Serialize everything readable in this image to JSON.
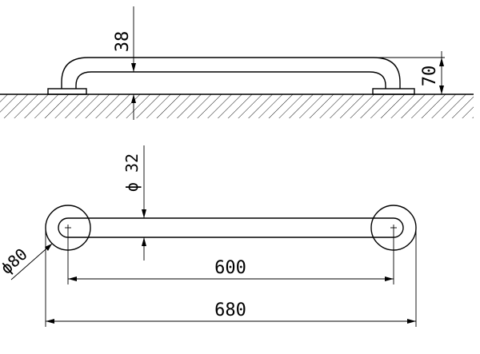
{
  "dimensions": {
    "tube_offset": "38",
    "height": "70",
    "tube_diameter": "ϕ 32",
    "flange_diameter": "ϕ80",
    "center_distance": "600",
    "overall_length": "680"
  }
}
